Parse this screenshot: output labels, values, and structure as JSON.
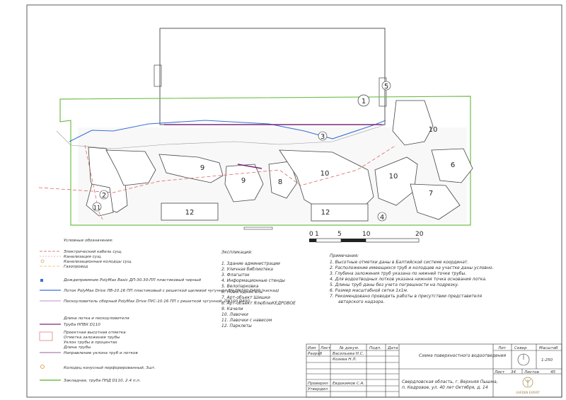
{
  "scale_bar": {
    "ticks": [
      "0",
      "1",
      "5",
      "10",
      "20"
    ]
  },
  "zone_numbers": [
    "1",
    "2",
    "3",
    "4",
    "5",
    "6",
    "7",
    "8",
    "9",
    "9",
    "10",
    "10",
    "10",
    "11",
    "12",
    "12"
  ],
  "legend": {
    "title": "Условные обозначения:",
    "items": [
      "Электрический кабель сущ.",
      "Канализация сущ.",
      "Канализационные колодцы сущ.",
      "Газопровод",
      "Дождеприемник PolyMax Basic ДП-30.30-ПП пластиковый черный",
      "Лоток PolyMax Drive ЛВ-10.16 ПП пластиковый с решеткой щелевой чугунной ВЧ DN100 D400 (каскад)",
      "Пескоуловитель сборный PolyMax Drive ПУС-10.16 ПП с решеткой чугунной, DN100 D400",
      "Длина лотка и пескоуловителя",
      "Труба НПВХ D110",
      "Проектная высотная отметка",
      "Отметка заложения трубы",
      "Уклон трубы в процентах",
      "Длина трубы",
      "Направление уклона труб и лотков",
      "Колодец конусный перфорированный, 3шт.",
      "Закладная, труба ПНД D110, 2.4 п.п."
    ]
  },
  "explication": {
    "title": "Экспликация:",
    "items": [
      "1. Здание администрации",
      "2. Уличная библиотека",
      "3. Флагшток",
      "4. Информационные стенды",
      "5. Велопарковка",
      "6. Новогодняя ель",
      "7. Арт-объект Шишки",
      "8. Арт-объект Ялюбл⁠юКЕДРОВОЕ",
      "9. Качели",
      "10. Лавочки",
      "11. Лавочки с навесом",
      "12. Парклеты"
    ]
  },
  "notes": {
    "title": "Примечания:",
    "items": [
      "1. Высотные отметки даны в Балтийской системе координат.",
      "2. Расположение имеющихся труб и колодцев на участке даны условно.",
      "3. Глубина заложения труб указана по нижней точке трубы.",
      "4. Для водоотводных лотков указана нижняя точка основания лотка.",
      "5. Длины труб даны без учета погрешности на подрезку.",
      "6. Размер масштабной сетки 1х1м.",
      "7. Рекомендовано проводить работы в присутствии представителя",
      "авторского надзора."
    ]
  },
  "stamp": {
    "headers": [
      "Изм",
      "Лист",
      "№ докум.",
      "Подп.",
      "Дата"
    ],
    "rows": [
      {
        "role": "Разраб",
        "name": "Васильева Н.С."
      },
      {
        "role": "",
        "name": "Козева Н.Л."
      },
      {
        "role": "Проверил",
        "name": "Евдокимов С.А."
      },
      {
        "role": "Утвердил",
        "name": ""
      }
    ],
    "title": "Схема поверхностного водоотведения",
    "address_line1": "Свердловская область, г. Верхняя Пышма,",
    "address_line2": "п. Кедровое, ул. 40 лет Октября, д. 14",
    "lit_label": "Лит",
    "north_label": "Север",
    "scale_label": "Масштаб",
    "scale_value": "1:250",
    "sheet_label": "Лист",
    "sheet_value": "34",
    "sheets_label": "Листов",
    "sheets_value": "45",
    "logo_text": "GARDEN EXPERT"
  }
}
